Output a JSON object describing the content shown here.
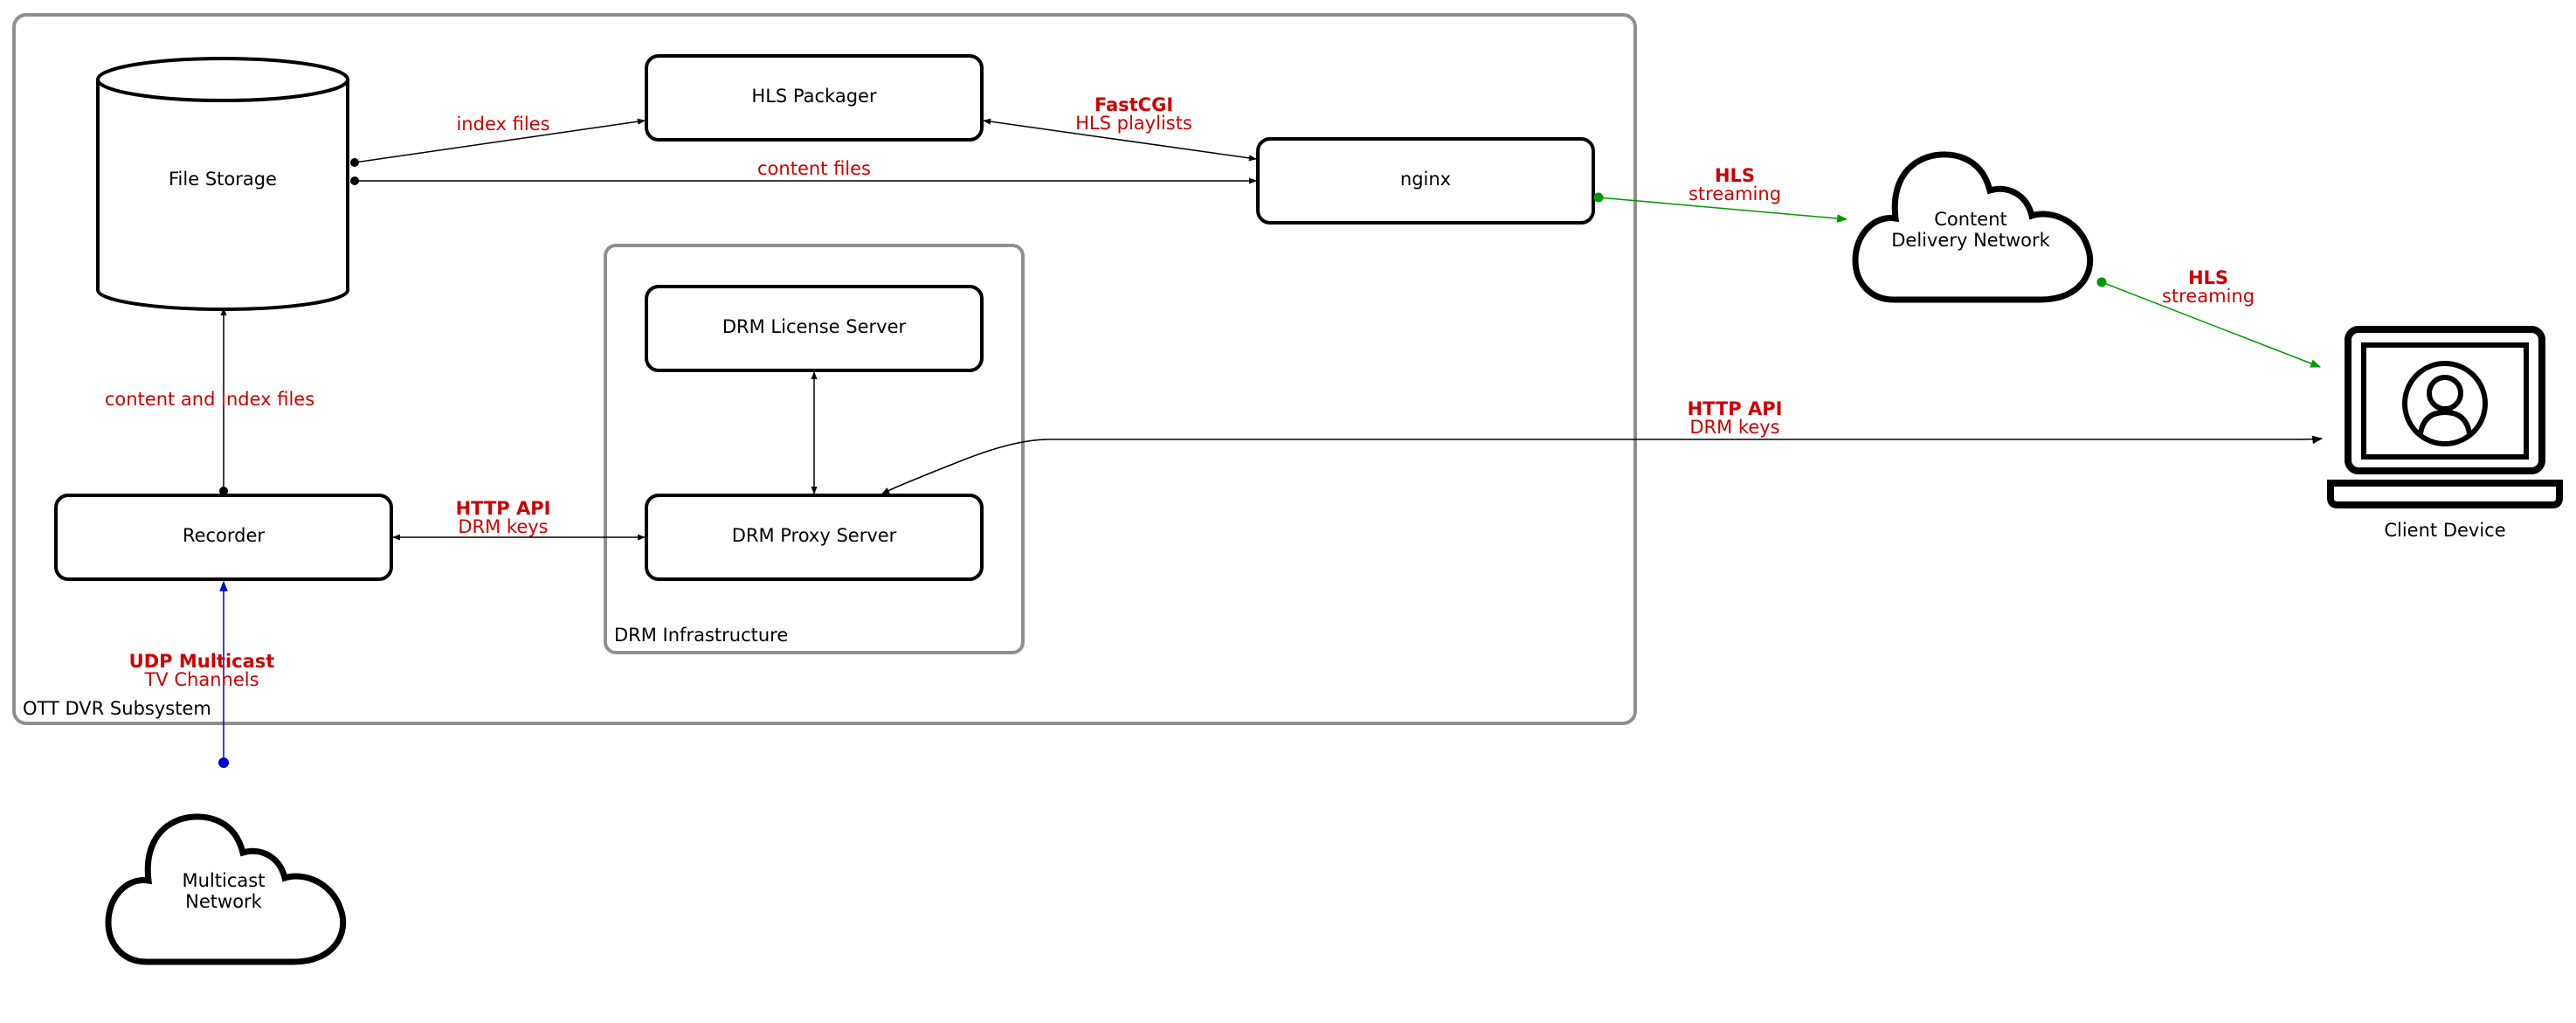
{
  "groups": {
    "ott": "OTT DVR Subsystem",
    "drm": "DRM Infrastructure"
  },
  "nodes": {
    "file_storage": "File Storage",
    "hls_packager": "HLS Packager",
    "nginx": "nginx",
    "drm_license": "DRM License Server",
    "drm_proxy": "DRM Proxy Server",
    "recorder": "Recorder",
    "cdn_line1": "Content",
    "cdn_line2": "Delivery Network",
    "multicast_line1": "Multicast",
    "multicast_line2": "Network",
    "client": "Client Device"
  },
  "edges": {
    "index_files": "index files",
    "content_files": "content files",
    "fastcgi_title": "FastCGI",
    "fastcgi_sub": "HLS playlists",
    "content_index_files": "content and index files",
    "rec_drm_title": "HTTP API",
    "rec_drm_sub": "DRM keys",
    "client_drm_title": "HTTP API",
    "client_drm_sub": "DRM keys",
    "nginx_cdn_title": "HLS",
    "nginx_cdn_sub": "streaming",
    "cdn_client_title": "HLS",
    "cdn_client_sub": "streaming",
    "udp_title": "UDP Multicast",
    "udp_sub": "TV Channels"
  },
  "colors": {
    "label_red": "#cc0000",
    "hls_green": "#009900",
    "udp_blue": "#0000cc",
    "group_gray": "#8f8f8f"
  },
  "icons": {
    "client": "laptop-user-icon",
    "cdn": "cloud-icon",
    "multicast": "cloud-icon",
    "storage": "database-cylinder-icon"
  }
}
